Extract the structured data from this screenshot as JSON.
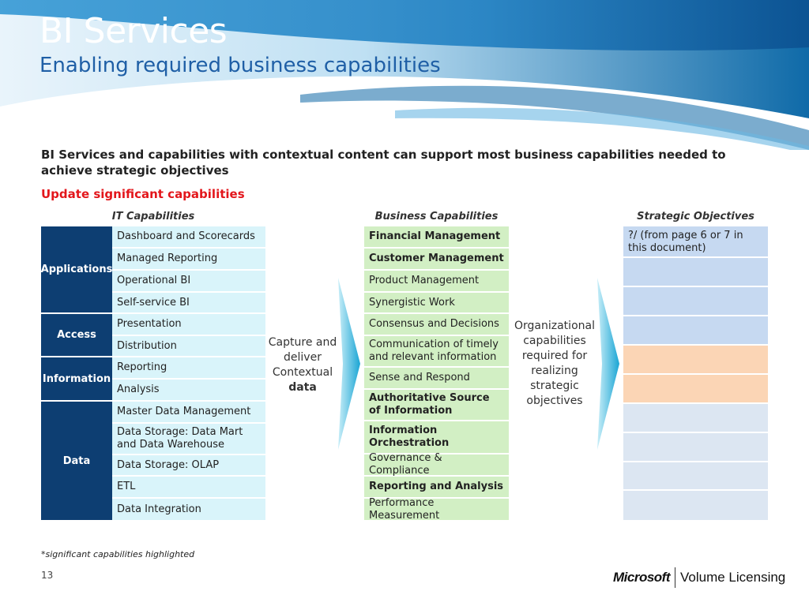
{
  "header": {
    "title": "BI Services",
    "subtitle": "Enabling required business capabilities"
  },
  "headline": "BI Services and capabilities with contextual content can support most business capabilities needed to achieve strategic objectives",
  "update_note": "Update significant capabilities",
  "columns": {
    "it": "IT Capabilities",
    "business": "Business Capabilities",
    "strategic": "Strategic Objectives"
  },
  "it_groups": [
    "Applications",
    "Access",
    "Information",
    "Data"
  ],
  "it_items": [
    "Dashboard and Scorecards",
    "Managed Reporting",
    "Operational BI",
    "Self-service BI",
    "Presentation",
    "Distribution",
    "Reporting",
    "Analysis",
    "Master Data Management",
    "Data Storage: Data Mart and Data Warehouse",
    "Data Storage: OLAP",
    "ETL",
    "Data Integration"
  ],
  "business_items": [
    {
      "label": "Financial Management",
      "highlighted": true
    },
    {
      "label": "Customer Management",
      "highlighted": true
    },
    {
      "label": "Product Management",
      "highlighted": false
    },
    {
      "label": "Synergistic Work",
      "highlighted": false
    },
    {
      "label": "Consensus and Decisions",
      "highlighted": false
    },
    {
      "label": "Communication of timely and relevant information",
      "highlighted": false
    },
    {
      "label": "Sense and Respond",
      "highlighted": false
    },
    {
      "label": "Authoritative Source of Information",
      "highlighted": true
    },
    {
      "label": "Information Orchestration",
      "highlighted": true
    },
    {
      "label": "Governance & Compliance",
      "highlighted": false
    },
    {
      "label": "Reporting and Analysis",
      "highlighted": true
    },
    {
      "label": "Performance Measurement",
      "highlighted": false
    }
  ],
  "strategic_first": "?/ (from page 6 or 7 in this document)",
  "strategic_colors": [
    "#c6d9f1",
    "#c6d9f1",
    "#c6d9f1",
    "#c6d9f1",
    "#fbd5b5",
    "#fbd5b5",
    "#dce6f2",
    "#dce6f2",
    "#dce6f2",
    "#dce6f2"
  ],
  "arrow_left_text": {
    "line1": "Capture and",
    "line2": "deliver",
    "line3": "Contextual",
    "line4": "data"
  },
  "arrow_right_text": "Organizational capabilities required for realizing strategic objectives",
  "footnote": "*significant capabilities highlighted",
  "page_number": "13",
  "logo": {
    "brand": "Microsoft",
    "product": "Volume Licensing"
  },
  "colors": {
    "group_bg": "#0d3e72",
    "it_bg": "#d9f4fa",
    "business_bg": "#d2efc4",
    "accent_red": "#e3161b",
    "subtitle": "#1f5fa6"
  }
}
